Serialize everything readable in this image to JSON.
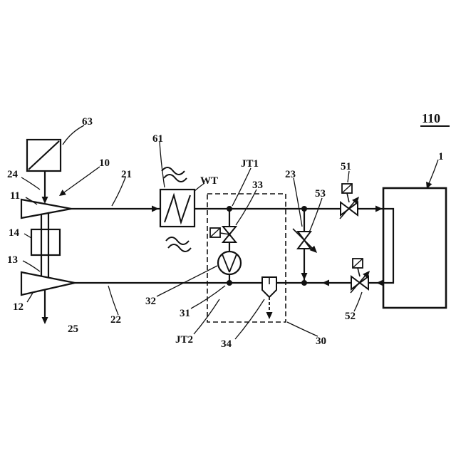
{
  "figure": {
    "number": "110",
    "labels": {
      "n1": "1",
      "n10": "10",
      "n11": "11",
      "n12": "12",
      "n13": "13",
      "n14": "14",
      "n21": "21",
      "n22": "22",
      "n23": "23",
      "n24": "24",
      "n25": "25",
      "n30": "30",
      "n31": "31",
      "n32": "32",
      "n33": "33",
      "n34": "34",
      "n51": "51",
      "n52": "52",
      "n53": "53",
      "n61": "61",
      "n63": "63",
      "wt": "WT",
      "jt1": "JT1",
      "jt2": "JT2"
    },
    "colors": {
      "ink": "#111111",
      "paper": "#ffffff"
    }
  }
}
